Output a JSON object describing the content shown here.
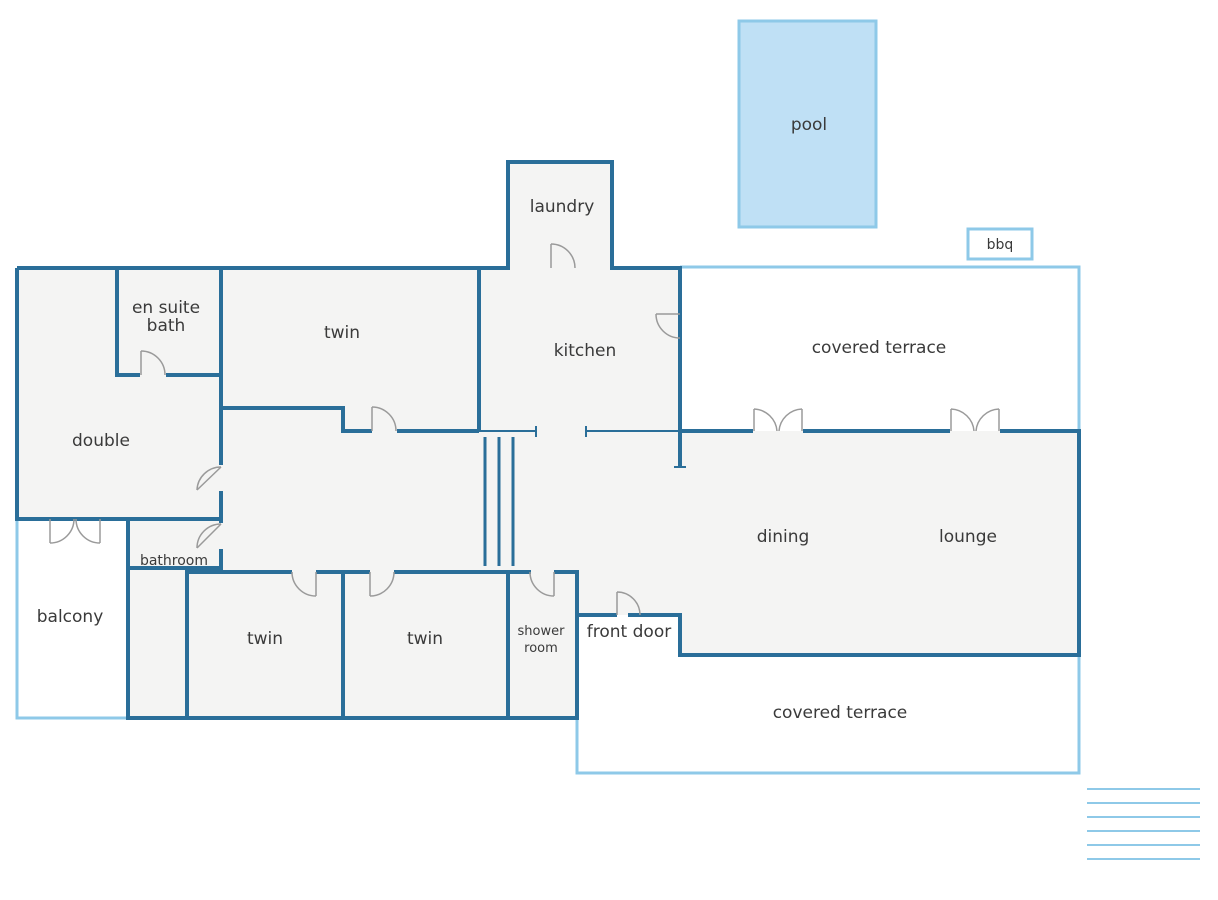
{
  "colors": {
    "wall": "#2a6e99",
    "outdoor_line": "#8ec9e8",
    "floor": "#f4f4f3",
    "pool_fill": "#bfe0f5",
    "pool_stroke": "#8ec9e8",
    "door": "#9a9a9a",
    "text": "#3a3a3a"
  },
  "rooms": {
    "pool": "pool",
    "laundry": "laundry",
    "bbq": "bbq",
    "en_suite_line1": "en suite",
    "en_suite_line2": "bath",
    "twin_north": "twin",
    "kitchen": "kitchen",
    "covered_terrace_north": "covered terrace",
    "double": "double",
    "dining": "dining",
    "lounge": "lounge",
    "bathroom": "bathroom",
    "balcony": "balcony",
    "twin_southwest": "twin",
    "twin_south": "twin",
    "shower_line1": "shower",
    "shower_line2": "room",
    "front_door": "front door",
    "covered_terrace_south": "covered terrace"
  },
  "stairs_icon": "stairs-icon"
}
